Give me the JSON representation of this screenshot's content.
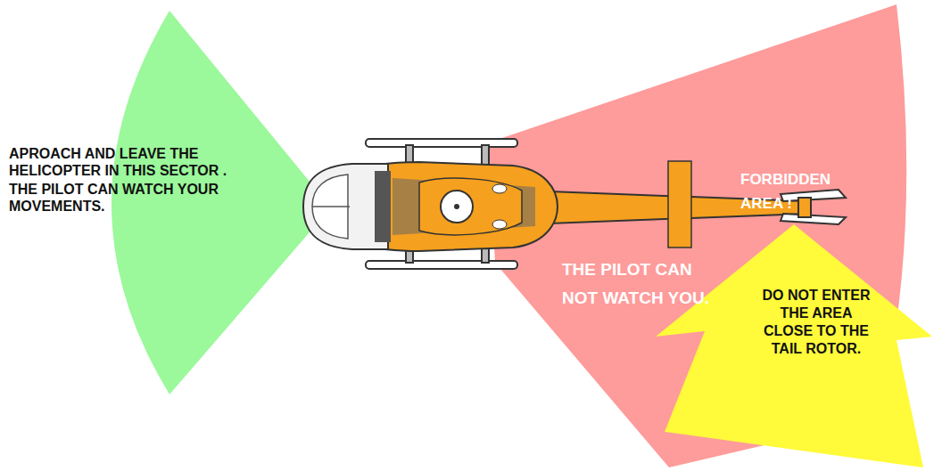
{
  "diagram": {
    "nodes": [
      {
        "text": [
          "APROACH AND LEAVE THE HELICOPTER IN THIS SECTOR .",
          "THE PILOT CAN WATCH YOUR MOVEMENTS."
        ]
      },
      {
        "text": [
          "FORBIDDEN AREA !",
          "THE PILOT CAN NOT WATCH YOU."
        ]
      },
      {
        "text": [
          "DO NOT ENTER THE AREA CLOSE TO THE TAIL ROTOR."
        ]
      }
    ]
  }
}
